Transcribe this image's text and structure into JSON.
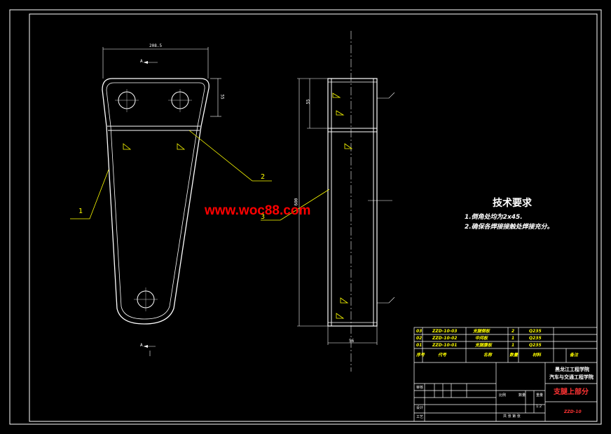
{
  "watermark": "www.woc88.com",
  "tech_requirements": {
    "title": "技术要求",
    "items": [
      "1.倒角处均为2x45.",
      "2.确保各焊接接触处焊接充分。"
    ]
  },
  "leaders": {
    "l1": "1",
    "l2": "2",
    "l3": "3"
  },
  "dimensions": {
    "top_width": "208.5",
    "view_label": "A",
    "height_small": "55",
    "side_height": "55",
    "side_bottom": "56",
    "side_total": "600",
    "section_mark": "A"
  },
  "title_block": {
    "parts": [
      {
        "no": "03",
        "code": "ZZD-10-03",
        "name": "支腿侧板",
        "qty": "2",
        "material": "Q235"
      },
      {
        "no": "02",
        "code": "ZZD-10-02",
        "name": "中间板",
        "qty": "1",
        "material": "Q235"
      },
      {
        "no": "01",
        "code": "ZZD-10-01",
        "name": "支腿腹板",
        "qty": "1",
        "material": "Q235"
      }
    ],
    "header": {
      "no": "序号",
      "code": "代号",
      "name": "名称",
      "qty": "数量",
      "material": "材料",
      "note": "备注"
    },
    "school_line1": "黑龙江工程学院",
    "school_line2": "汽车与交通工程学院",
    "drawing_name": "支腿上部分",
    "drawing_code": "ZZD-10",
    "scale_labels": [
      "比例",
      "数量",
      "重量"
    ],
    "staff_labels": [
      "设计",
      "审核",
      "工艺"
    ],
    "sheet": "共 张 第 张",
    "ratio": "1:2"
  },
  "colors": {
    "outline": "#ffffff",
    "annotation": "#ffff00",
    "centerline": "#ff0000",
    "watermark": "#ff0000"
  }
}
